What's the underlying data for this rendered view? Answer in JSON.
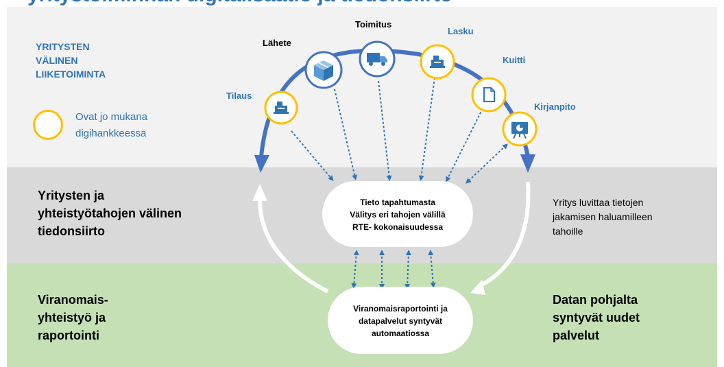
{
  "header": {
    "title_fragment": "yritystoiminnan digitalisaatio ja tiedonsiirto"
  },
  "colors": {
    "blue": "#2e75b6",
    "yellow": "#ffc000",
    "top_band": "#f2f2f2",
    "middle_band": "#d9d9d9",
    "bottom_band": "#c5e0b4"
  },
  "section_b2b": {
    "line1": "YRITYSTEN",
    "line2": "VÄLINEN",
    "line3": "LIIKETOIMINTA"
  },
  "legend": {
    "line1": "Ovat jo mukana",
    "line2": "digihankkeessa"
  },
  "left_labels": {
    "mid_line1": "Yritysten ja",
    "mid_line2": "yhteistyötahojen välinen",
    "mid_line3": "tiedonsiirto",
    "bot_line1": "Viranomais-",
    "bot_line2": "yhteistyö ja",
    "bot_line3": "raportointi"
  },
  "right_labels": {
    "mid_line1": "Yritys luvittaa tietojen",
    "mid_line2": "jakamisen haluamilleen",
    "mid_line3": "tahoille",
    "bot_line1": "Datan pohjalta",
    "bot_line2": "syntyvät uudet",
    "bot_line3": "palvelut"
  },
  "nodes": [
    {
      "label": "Tilaus",
      "icon": "cash-register-icon",
      "ring": "yellow",
      "label_color": "blue"
    },
    {
      "label": "Lähete",
      "icon": "package-box-icon",
      "ring": "blue",
      "label_color": "black"
    },
    {
      "label": "Toimitus",
      "icon": "delivery-truck-icon",
      "ring": "blue",
      "label_color": "black"
    },
    {
      "label": "Lasku",
      "icon": "cash-register-icon",
      "ring": "yellow",
      "label_color": "blue"
    },
    {
      "label": "Kuitti",
      "icon": "document-icon",
      "ring": "yellow",
      "label_color": "blue"
    },
    {
      "label": "Kirjanpito",
      "icon": "presentation-chart-icon",
      "ring": "yellow",
      "label_color": "blue"
    }
  ],
  "center_top": {
    "line1": "Tieto tapahtumasta",
    "line2": "Välitys eri tahojen välillä",
    "line3": "RTE- kokonaisuudessa"
  },
  "center_bottom": {
    "line1": "Viranomaisraportointi ja",
    "line2": "datapalvelut syntyvät",
    "line3": "automaatiossa"
  }
}
